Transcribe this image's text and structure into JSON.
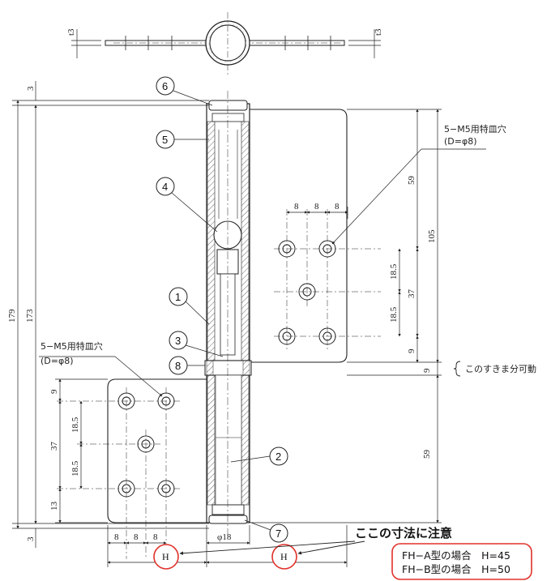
{
  "dimensions": {
    "t3_left": "t3",
    "t3_right": "t3",
    "d3_top": "3",
    "d3_bottom": "3",
    "d179": "179",
    "d173": "173",
    "d59_upper": "59",
    "d105": "105",
    "d8_top_a": "8",
    "d8_top_b": "8",
    "d8_top_c": "8",
    "d18_5_upper_a": "18.5",
    "d37_upper": "37",
    "d18_5_upper_b": "18.5",
    "d9_upper": "9",
    "d9_gap": "9",
    "d9_lower": "9",
    "d18_5_lower_a": "18.5",
    "d37_lower": "37",
    "d18_5_lower_b": "18.5",
    "d13_lower": "13",
    "d59_lower": "59",
    "d8_bottom_a": "8",
    "d8_bottom_b": "8",
    "d8_bottom_c": "8",
    "phi18": "φ18",
    "H_left": "H",
    "H_right": "H"
  },
  "callouts": {
    "n1": "1",
    "n2": "2",
    "n3": "3",
    "n4": "4",
    "n5": "5",
    "n6": "6",
    "n7": "7",
    "n8": "8"
  },
  "notes": {
    "upper_hole_line1": "5−M5用特皿穴",
    "upper_hole_line2": "(D=φ8)",
    "lower_hole_line1": "5−M5用特皿穴",
    "lower_hole_line2": "(D=φ8)",
    "gap_note": "このすきま分可動",
    "caution": "ここの寸法に注意"
  },
  "table": {
    "row1": "FH−A型の場合　H=45",
    "row2": "FH−B型の場合　H=50"
  },
  "colors": {
    "line": "#222222",
    "highlight": "#e0322b"
  }
}
